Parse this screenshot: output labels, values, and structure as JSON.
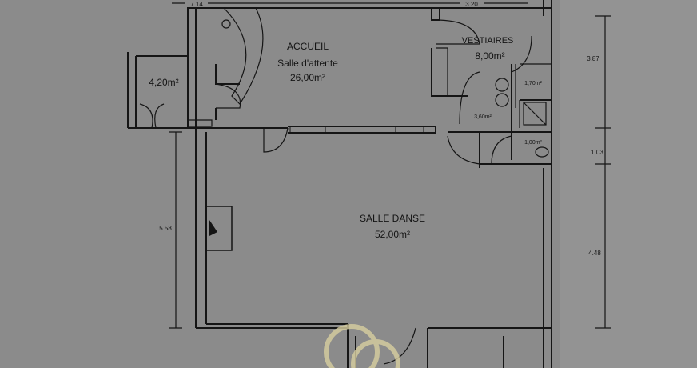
{
  "rooms": {
    "accueil": {
      "name": "ACCUEIL",
      "subtitle": "Salle d'attente",
      "area": "26,00m²"
    },
    "vestiaires": {
      "name": "VESTIAIRES",
      "area": "8,00m²"
    },
    "entry": {
      "area": "4,20m²"
    },
    "wc_small": {
      "area": "1,70m²"
    },
    "sanitary": {
      "area": "3,60m²"
    },
    "wc": {
      "area": "1,00m²"
    },
    "salle_danse": {
      "name": "SALLE DANSE",
      "area": "52,00m²"
    }
  },
  "dimensions": {
    "top_left": "7.14",
    "top_right": "3.20",
    "right_upper": "3.87",
    "right_middle": "1.03",
    "right_lower": "4.48",
    "left": "5.58"
  },
  "colors": {
    "paper": "#8b8b8b",
    "ink": "#151515",
    "watermark": "#d8cfa0"
  }
}
